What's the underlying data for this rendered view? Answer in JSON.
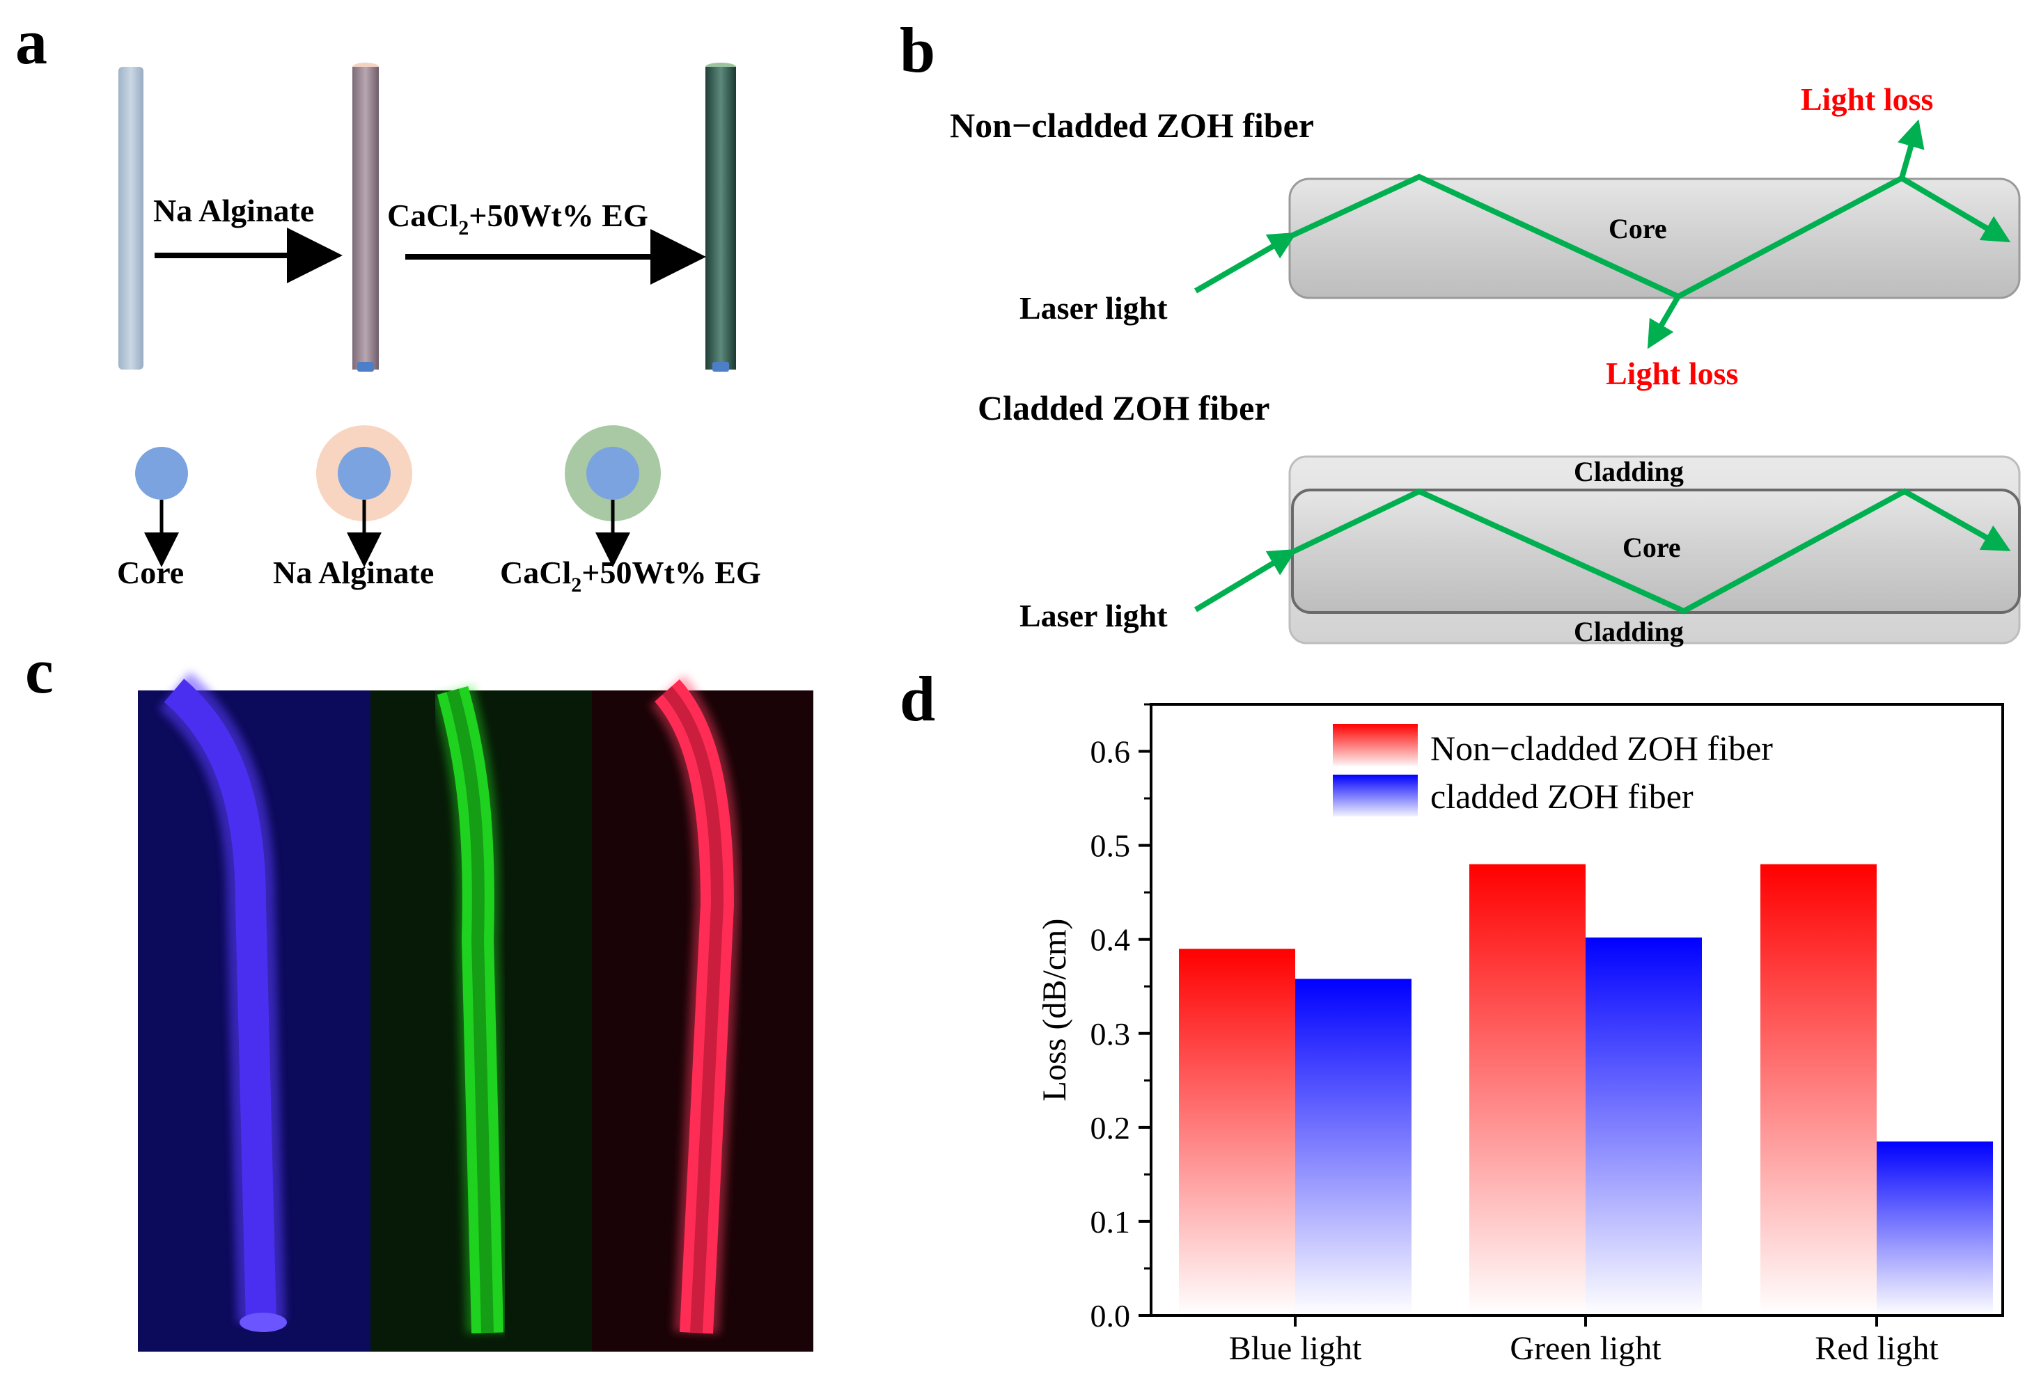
{
  "panel_a": {
    "letter": "a",
    "step1_reagent": "Na Alginate",
    "step2_reagent_prefix": "CaCl",
    "step2_reagent_sub": "2",
    "step2_reagent_suffix": "+50Wt% EG",
    "cross_section_labels": {
      "core": "Core",
      "alginate": "Na Alginate",
      "treated_prefix": "CaCl",
      "treated_sub": "2",
      "treated_suffix": "+50Wt% EG"
    },
    "colors": {
      "core": "#7aa3e0",
      "alginate_shell": "#f8d5c0",
      "treated_shell": "#a9c9a4",
      "rod_core": "#b5c6d8",
      "rod_alginate": "#a08e9a",
      "rod_treated": "#3e6a5e"
    }
  },
  "panel_b": {
    "letter": "b",
    "non_cladded_title": "Non−cladded ZOH fiber",
    "cladded_title": "Cladded ZOH fiber",
    "core_label": "Core",
    "cladding_label": "Cladding",
    "laser_label": "Laser light",
    "loss_label": "Light loss",
    "colors": {
      "beam": "#00b050",
      "loss_text": "#ff0000",
      "tube": "#d4d4d4"
    }
  },
  "panel_c": {
    "letter": "c",
    "colors": {
      "blue": "#3d1ee0",
      "green": "#1fd21f",
      "red": "#ff2d55"
    }
  },
  "panel_d": {
    "letter": "d"
  },
  "chart_data": {
    "type": "bar",
    "categories": [
      "Blue light",
      "Green light",
      "Red light"
    ],
    "series": [
      {
        "name": "Non−cladded ZOH fiber",
        "values": [
          0.39,
          0.48,
          0.48
        ],
        "color": "#ff0000"
      },
      {
        "name": "cladded ZOH fiber",
        "values": [
          0.358,
          0.402,
          0.185
        ],
        "color": "#0000ff"
      }
    ],
    "xlabel": "",
    "ylabel": "Loss (dB/cm)",
    "ylim": [
      0.0,
      0.65
    ],
    "yticks": [
      "0.0",
      "0.1",
      "0.2",
      "0.3",
      "0.4",
      "0.5",
      "0.6"
    ],
    "grid": false,
    "legend_position": "top"
  }
}
